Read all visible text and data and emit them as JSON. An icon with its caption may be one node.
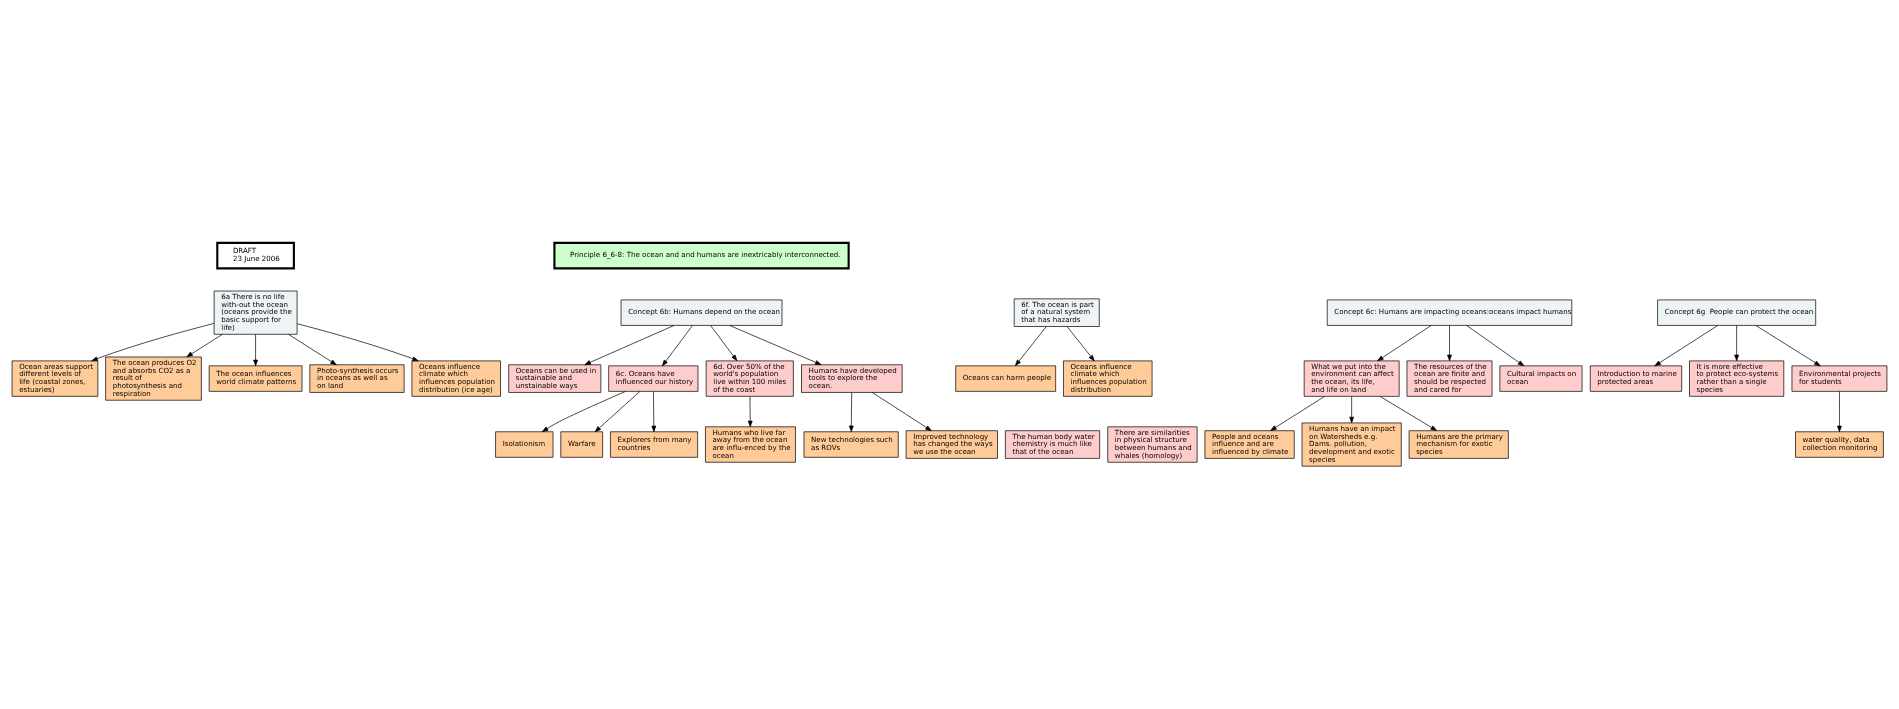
{
  "diagram": {
    "nodes": [
      {
        "text": [
          "DRAFT",
          "23 June 2006"
        ]
      },
      {
        "text": [
          "Principle 6_6-8: The ocean and and humans are inextricably interconnected."
        ]
      },
      {
        "text": [
          "6a There is no life with-out the ocean (oceans provide the basic support for life)"
        ]
      },
      {
        "text": [
          "Ocean areas support different levels of life (coastal zones, estuaries)"
        ]
      },
      {
        "text": [
          "The ocean produces O2 and absorbs CO2 as a result of photosynthesis and respiration"
        ]
      },
      {
        "text": [
          "The ocean influences world climate patterns"
        ]
      },
      {
        "text": [
          "Photo-synthesis occurs in oceans as well as on land"
        ]
      },
      {
        "text": [
          "Oceans influence climate which influences population distribution (ice age)"
        ]
      },
      {
        "text": [
          "6f. The ocean is part of a natural system that has hazards"
        ]
      },
      {
        "text": [
          "Oceans can harm people"
        ]
      },
      {
        "text": [
          "Oceans influence climate which influences population distribution"
        ]
      },
      {
        "text": [
          "The human body water chemistry is much like that of the ocean"
        ]
      },
      {
        "text": [
          "There are similarities in physical structure between humans and whales (homology)"
        ]
      },
      {
        "text": [
          "Concept 6b: Humans depend on the ocean"
        ]
      },
      {
        "text": [
          "Oceans can be used in sustainable and unstainable ways"
        ]
      },
      {
        "text": [
          "6c. Oceans have influenced our history"
        ]
      },
      {
        "text": [
          "Isolationism"
        ]
      },
      {
        "text": [
          "Warfare"
        ]
      },
      {
        "text": [
          "Explorers from many countries"
        ]
      },
      {
        "text": [
          "6d. Over 50% of the world's population live within 100 miles of the coast"
        ]
      },
      {
        "text": [
          "Humans who live far away from the ocean are influ-enced by the ocean"
        ]
      },
      {
        "text": [
          "Humans have developed tools to explore the ocean."
        ]
      },
      {
        "text": [
          "New technologies such as ROVs"
        ]
      },
      {
        "text": [
          "Improved technology has changed the ways we use the ocean"
        ]
      },
      {
        "text": [
          "Concept 6c: Humans are impacting oceans:oceans impact humans"
        ]
      },
      {
        "text": [
          "What we put into the environment can affect the ocean, its life, and life on land"
        ]
      },
      {
        "text": [
          "The resources of the ocean are finite and should be respected and cared for"
        ]
      },
      {
        "text": [
          "Cultural impacts on ocean"
        ]
      },
      {
        "text": [
          "People and oceans influence and are influenced by climate"
        ]
      },
      {
        "text": [
          "Humans have an impact on Watersheds e.g. Dams. pollution, development and exotic species"
        ]
      },
      {
        "text": [
          "Humans are the primary mechanism for exotic species"
        ]
      },
      {
        "text": [
          "Concept 6g  People can protect the ocean"
        ]
      },
      {
        "text": [
          "Introduction to marine protected areas"
        ]
      },
      {
        "text": [
          "It is more effective to protect eco-systems rather than a single species"
        ]
      },
      {
        "text": [
          "Environmental projects for students"
        ]
      },
      {
        "text": [
          "water quality, data collection monitoring"
        ]
      }
    ],
    "edges": [
      {
        "from": 2,
        "to": 3,
        "arrow": "to"
      },
      {
        "from": 2,
        "to": 4,
        "arrow": "to"
      },
      {
        "from": 2,
        "to": 5,
        "arrow": "to"
      },
      {
        "from": 2,
        "to": 6,
        "arrow": "to"
      },
      {
        "from": 2,
        "to": 7,
        "arrow": "to"
      },
      {
        "from": 8,
        "to": 9,
        "arrow": "to"
      },
      {
        "from": 8,
        "to": 10,
        "arrow": "to"
      },
      {
        "from": 13,
        "to": 14,
        "arrow": "to"
      },
      {
        "from": 13,
        "to": 15,
        "arrow": "to"
      },
      {
        "from": 13,
        "to": 19,
        "arrow": "to"
      },
      {
        "from": 13,
        "to": 21,
        "arrow": "to"
      },
      {
        "from": 15,
        "to": 16,
        "arrow": "to"
      },
      {
        "from": 15,
        "to": 18,
        "arrow": "to"
      },
      {
        "from": 15,
        "to": 17,
        "arrow": "to"
      },
      {
        "from": 19,
        "to": 20,
        "arrow": "to"
      },
      {
        "from": 21,
        "to": 23,
        "arrow": "to"
      },
      {
        "from": 21,
        "to": 22,
        "arrow": "to"
      },
      {
        "from": 24,
        "to": 25,
        "arrow": "to"
      },
      {
        "from": 24,
        "to": 26,
        "arrow": "to"
      },
      {
        "from": 24,
        "to": 27,
        "arrow": "to"
      },
      {
        "from": 25,
        "to": 28,
        "arrow": "to"
      },
      {
        "from": 25,
        "to": 30,
        "arrow": "to"
      },
      {
        "from": 25,
        "to": 29,
        "arrow": "to"
      },
      {
        "from": 31,
        "to": 32,
        "arrow": "to"
      },
      {
        "from": 31,
        "to": 33,
        "arrow": "to"
      },
      {
        "from": 31,
        "to": 34,
        "arrow": "to"
      },
      {
        "from": 34,
        "to": 35,
        "arrow": "to"
      }
    ]
  }
}
